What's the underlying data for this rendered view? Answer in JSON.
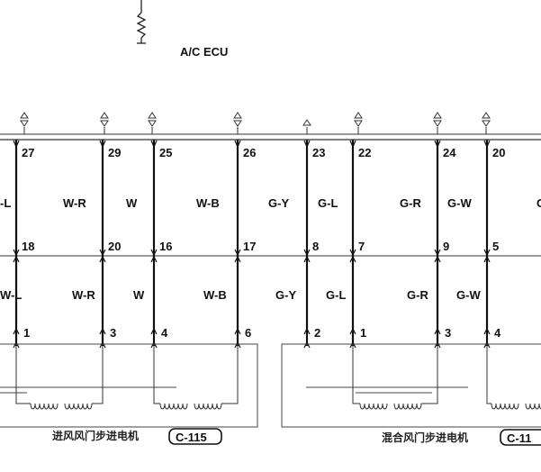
{
  "ecu_label": "A/C  ECU",
  "upper_pins": [
    "27",
    "29",
    "25",
    "26",
    "23",
    "22",
    "24",
    "20"
  ],
  "mid_pins": [
    "18",
    "20",
    "16",
    "17",
    "8",
    "7",
    "9",
    "5"
  ],
  "lower_pins": [
    "1",
    "3",
    "4",
    "6",
    "2",
    "1",
    "3",
    "4"
  ],
  "upper_wires": [
    "-L",
    "W-R",
    "W",
    "W-B",
    "G-Y",
    "G-L",
    "G-R",
    "G-W",
    "G"
  ],
  "lower_wires": [
    "W-L",
    "W-R",
    "W",
    "W-B",
    "G-Y",
    "G-L",
    "G-R",
    "G-W"
  ],
  "motor_left": {
    "name": "进风风门步进电机",
    "code": "C-115"
  },
  "motor_right": {
    "name": "混合风门步进电机",
    "code": "C-11"
  }
}
